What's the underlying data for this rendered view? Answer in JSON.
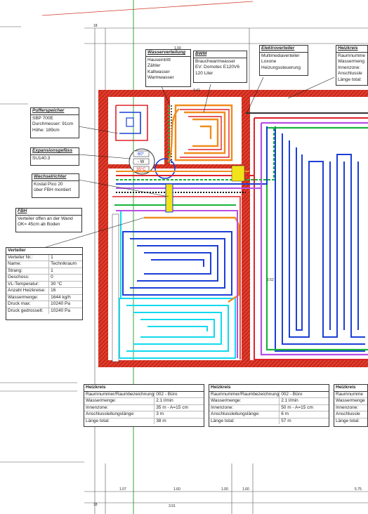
{
  "labels": {
    "wasserverteilung": {
      "title": "Wasserverteilung",
      "lines": [
        "Hauseintritt",
        "Zähler",
        "Kaltwasser",
        "Warmwasser"
      ]
    },
    "bwm": {
      "title": "BWM",
      "lines": [
        "Brauchwarmwasser",
        "EV: Domotec E120V6",
        "120 Liter"
      ]
    },
    "elektroverteiler": {
      "title": "Elektroverteiler",
      "lines": [
        "Multimediaverteiler",
        "Loxone",
        "Heizungssteuerung"
      ]
    },
    "pufferspeicher": {
      "title": "Pufferspeicher",
      "lines": [
        "SBP 700E",
        "Durchmesser: 91cm",
        "Höhe: 189cm"
      ]
    },
    "expansion": {
      "title": "Expansionsgefäss",
      "lines": [
        "SU140.3"
      ]
    },
    "wechselrichter": {
      "title": "Wechselrichter",
      "lines": [
        "Kostal Pico 20",
        "über FBH montiert"
      ]
    },
    "fbh": {
      "title": "FBH",
      "lines": [
        "Verteiler offen an der Wand",
        "OK= 45cm ab Boden"
      ]
    }
  },
  "heizkreis_partial_top": {
    "title": "Heizkreis",
    "lines": [
      "Raumnumme",
      "Wassermeng",
      "Innenzone:",
      "Anschlussle",
      "Länge total:"
    ]
  },
  "verteiler": {
    "title": "Verteiler",
    "rows": [
      {
        "k": "Verteiler Nr.:",
        "v": "1"
      },
      {
        "k": "Name:",
        "v": "Technikraum"
      },
      {
        "k": "Strang:",
        "v": "1"
      },
      {
        "k": "Geschoss:",
        "v": "0"
      },
      {
        "k": "VL-Temperatur:",
        "v": "30 °C"
      },
      {
        "k": "Anzahl Heizkreise:",
        "v": "16"
      },
      {
        "k": "Wassermenge:",
        "v": "1644 kg/h"
      },
      {
        "k": "Druck max:",
        "v": "10240 Pa"
      },
      {
        "k": "Druck gedrosselt:",
        "v": "10240 Pa"
      }
    ]
  },
  "heizkreise": [
    {
      "title": "Heizkreis",
      "rows": [
        {
          "k": "Raumnummer/Raumbezeichnung:",
          "v": "002 - Büro"
        },
        {
          "k": "Wassermenge:",
          "v": "2.1 l/min"
        },
        {
          "k": "Innenzone:",
          "v": "35 m - A=15 cm"
        },
        {
          "k": "Anschlussleitungslänge:",
          "v": "3 m"
        },
        {
          "k": "Länge total:",
          "v": "38 m"
        }
      ]
    },
    {
      "title": "Heizkreis",
      "rows": [
        {
          "k": "Raumnummer/Raumbezeichnung:",
          "v": "002 - Büro"
        },
        {
          "k": "Wassermenge:",
          "v": "2.1 l/min"
        },
        {
          "k": "Innenzone:",
          "v": "50 m - A=15 cm"
        },
        {
          "k": "Anschlussleitungslänge:",
          "v": "6 m"
        },
        {
          "k": "Länge total:",
          "v": "57 m"
        }
      ]
    },
    {
      "title": "Heizkreis",
      "rows": [
        {
          "k": "Raumnumme",
          "v": ""
        },
        {
          "k": "Wassermenge",
          "v": ""
        },
        {
          "k": "Innenzone:",
          "v": ""
        },
        {
          "k": "Anschlussle",
          "v": ""
        },
        {
          "k": "Länge total:",
          "v": ""
        }
      ]
    }
  ],
  "tank": {
    "temp1": "60°",
    "mode": "- W",
    "temp2": "35°C"
  },
  "dims": {
    "top_left": "18",
    "top_mid": "1.00",
    "wall_a": "3.41",
    "wall_b": "2.52",
    "bottom_1": "1.07",
    "bottom_2": "1.60",
    "bottom_3": "1.00",
    "bottom_4": "1.60",
    "bottom_5": "5.75",
    "bottom_total": "3.91",
    "bottom_right": "18"
  },
  "colors": {
    "wall": "#e23a2a",
    "hatch": "#b21c12",
    "blue": "#1c3fd6",
    "cyan": "#11d9ee",
    "orange": "#f08c1e",
    "green": "#18b33a",
    "purple": "#b84fe6",
    "red": "#e0222a",
    "yellow": "#f2e21a"
  }
}
